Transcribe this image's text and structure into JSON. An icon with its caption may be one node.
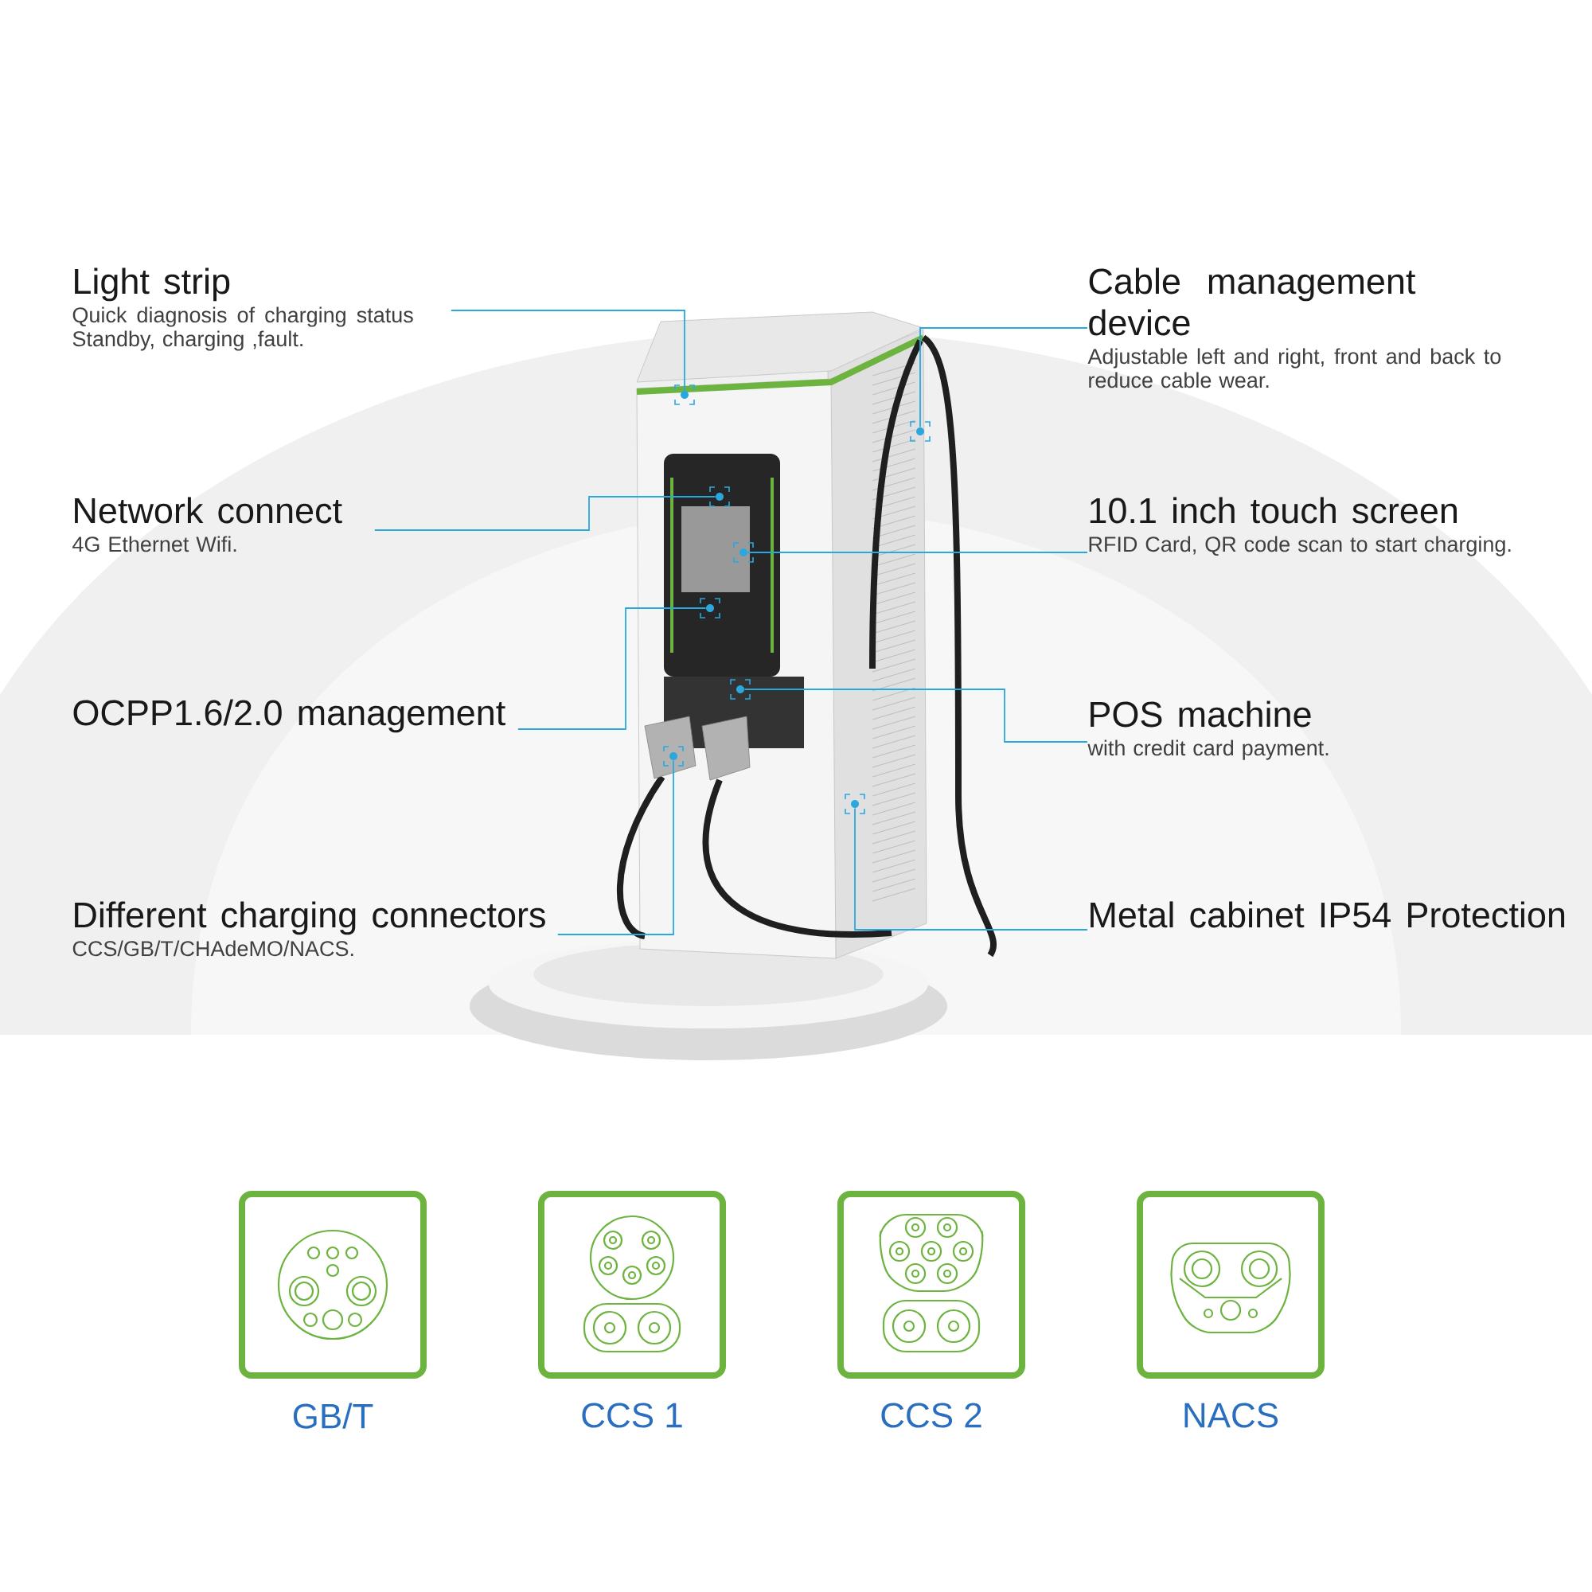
{
  "diagram": {
    "nodes": [
      {
        "text": [
          "Light strip",
          "Quick diagnosis of charging status Standby, charging ,fault."
        ]
      },
      {
        "text": [
          "Cable management device",
          "Adjustable left and right, front and back to reduce cable wear."
        ]
      },
      {
        "text": [
          "Network connect",
          "4G Ethernet Wifi."
        ]
      },
      {
        "text": [
          "10.1 inch touch screen",
          "RFID Card, QR code scan to start charging."
        ]
      },
      {
        "text": [
          "OCPP1.6/2.0 management"
        ]
      },
      {
        "text": [
          "POS machine",
          "with credit card payment."
        ]
      },
      {
        "text": [
          "Different charging connectors",
          "CCS/GB/T/CHAdeMO/NACS."
        ]
      },
      {
        "text": [
          "Metal cabinet IP54 Protection"
        ]
      },
      {
        "text": [],
        "shape": "circle"
      },
      {
        "text": [],
        "shape": "circle"
      },
      {
        "text": [],
        "shape": "circle"
      },
      {
        "text": [],
        "shape": "circle"
      },
      {
        "text": [],
        "shape": "circle"
      },
      {
        "text": [],
        "shape": "circle"
      },
      {
        "text": [],
        "shape": "circle"
      },
      {
        "text": [],
        "shape": "circle"
      },
      {
        "text": [
          "GB/T"
        ]
      },
      {
        "text": [
          "CCS 1"
        ]
      },
      {
        "text": [
          "CCS 2"
        ]
      },
      {
        "text": [
          "NACS"
        ]
      }
    ],
    "edges": [
      {
        "from": 0,
        "to": 8,
        "arrow": "none"
      },
      {
        "from": 1,
        "to": 9,
        "arrow": "none"
      },
      {
        "from": 2,
        "to": 10,
        "arrow": "none"
      },
      {
        "from": 3,
        "to": 11,
        "arrow": "none"
      },
      {
        "from": 4,
        "to": 12,
        "arrow": "none"
      },
      {
        "from": 5,
        "to": 13,
        "arrow": "none"
      },
      {
        "from": 6,
        "to": 14,
        "arrow": "none"
      },
      {
        "from": 7,
        "to": 15,
        "arrow": "none"
      }
    ]
  }
}
